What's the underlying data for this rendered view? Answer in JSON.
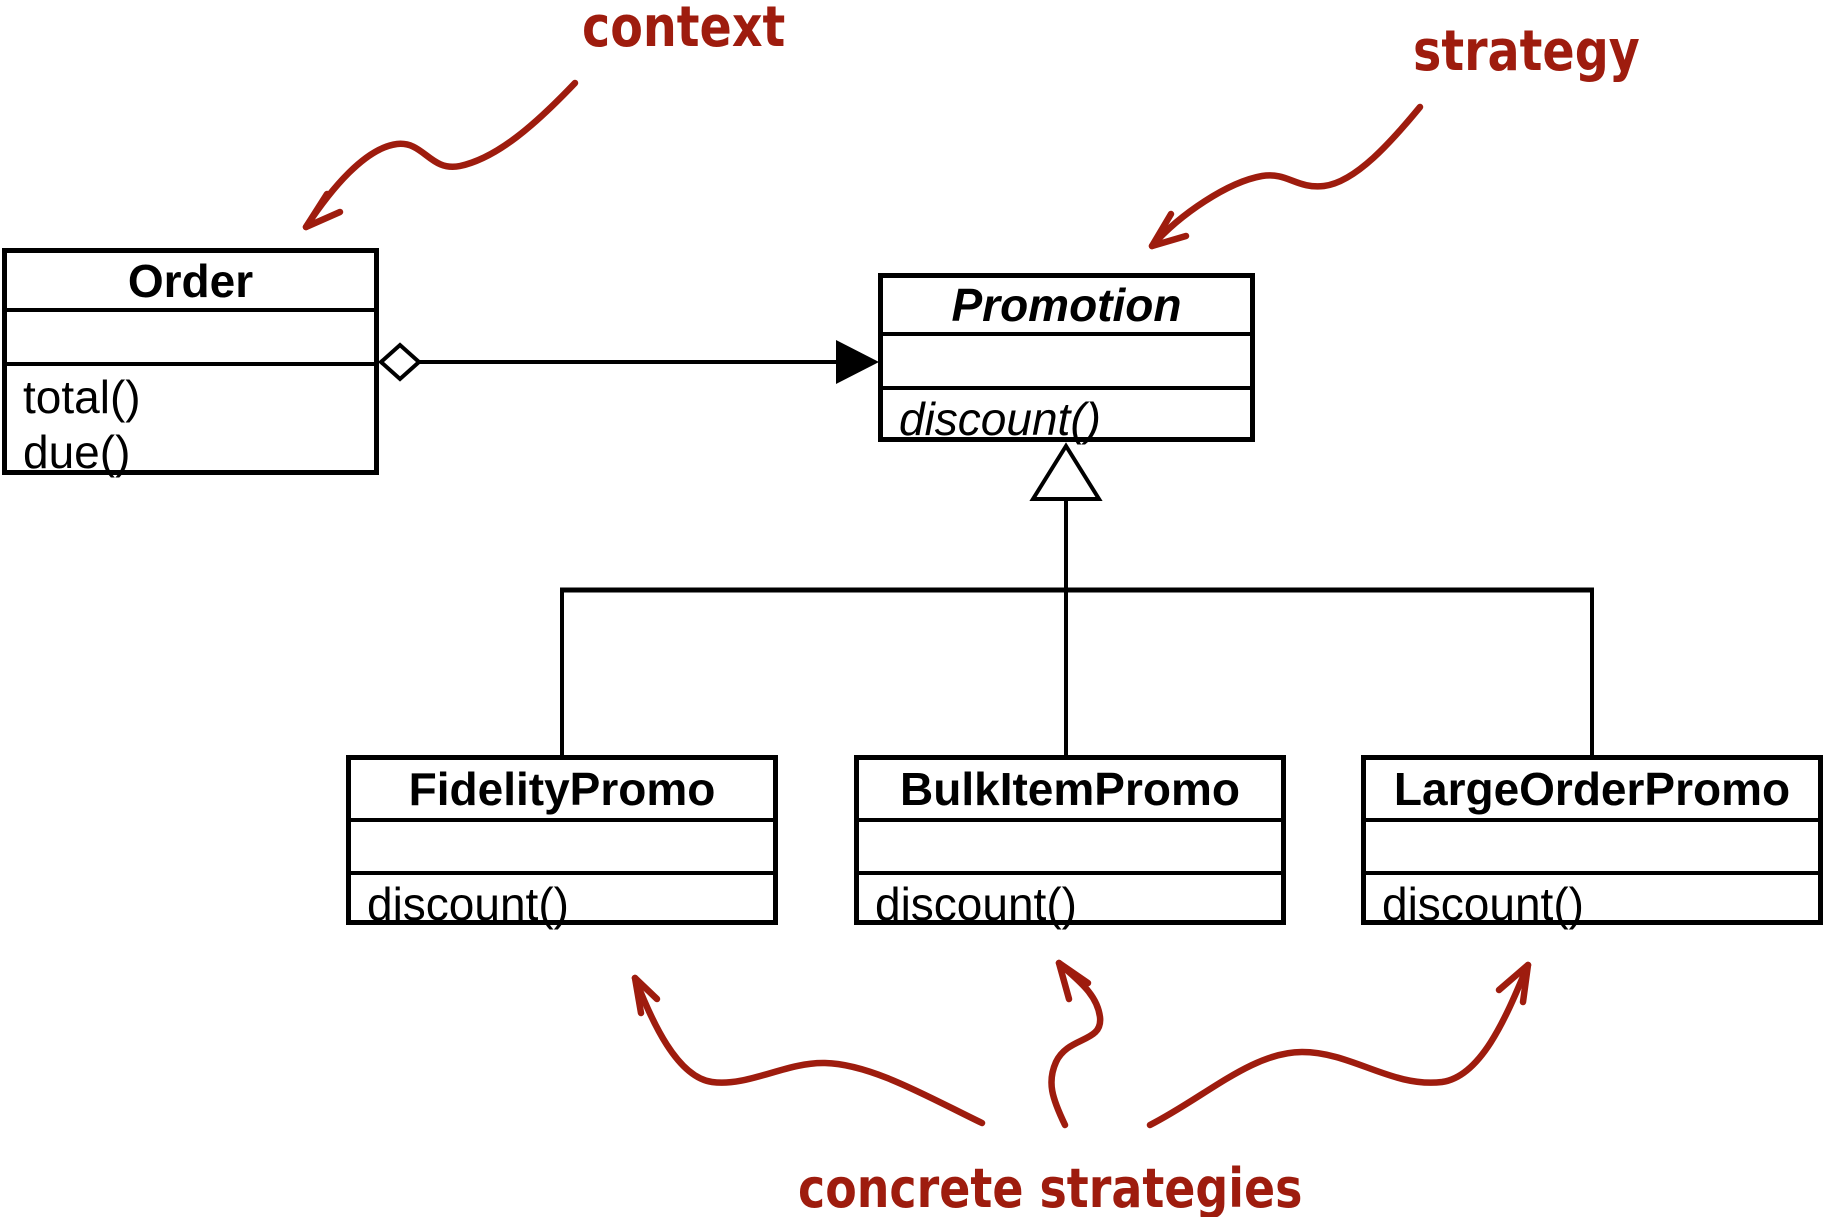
{
  "diagram": {
    "kind": "uml-class-diagram",
    "classes": [
      {
        "name": "Order",
        "attributes": "",
        "methods": [
          "total()",
          "due()"
        ],
        "abstract": false
      },
      {
        "name": "Promotion",
        "attributes": "",
        "methods": [
          "discount()"
        ],
        "abstract": true
      },
      {
        "name": "FidelityPromo",
        "attributes": "",
        "methods": [
          "discount()"
        ],
        "abstract": false
      },
      {
        "name": "BulkItemPromo",
        "attributes": "",
        "methods": [
          "discount()"
        ],
        "abstract": false
      },
      {
        "name": "LargeOrderPromo",
        "attributes": "",
        "methods": [
          "discount()"
        ],
        "abstract": false
      }
    ],
    "relationships": [
      {
        "type": "aggregation",
        "from": "Order",
        "to": "Promotion"
      },
      {
        "type": "inheritance",
        "from": "FidelityPromo",
        "to": "Promotion"
      },
      {
        "type": "inheritance",
        "from": "BulkItemPromo",
        "to": "Promotion"
      },
      {
        "type": "inheritance",
        "from": "LargeOrderPromo",
        "to": "Promotion"
      }
    ],
    "annotations": {
      "context_label": "context",
      "strategy_label": "strategy",
      "concrete_label": "concrete strategies"
    },
    "colors": {
      "annotation_red": "#9E1C0E",
      "line_black": "#000000",
      "background": "#FFFFFF"
    }
  }
}
